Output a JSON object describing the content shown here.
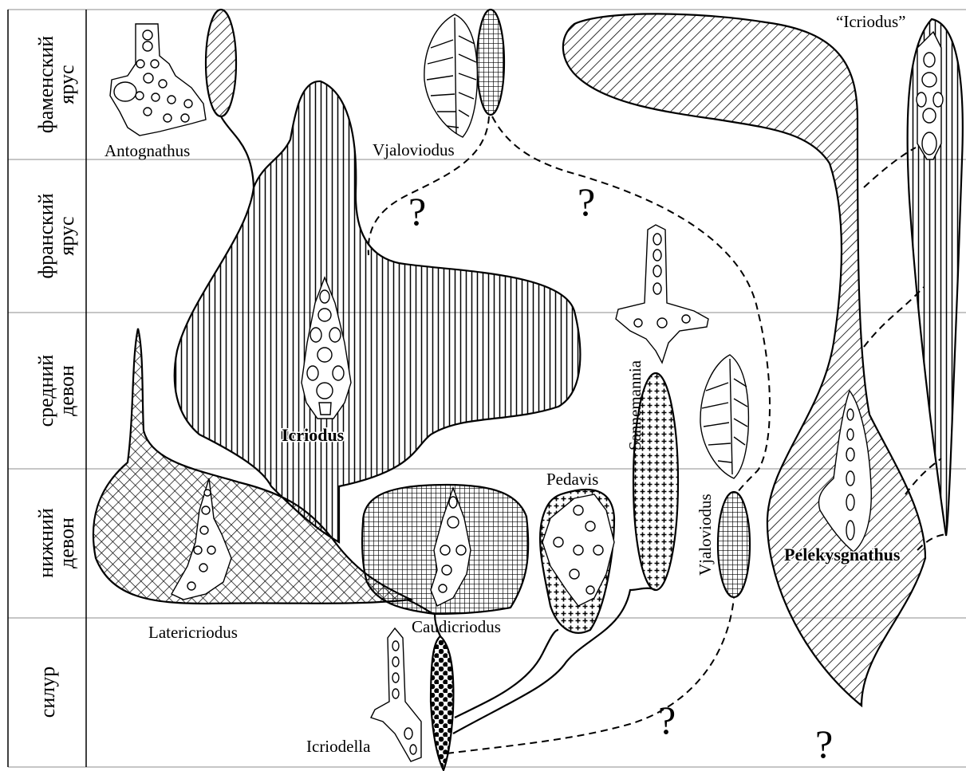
{
  "stages": [
    {
      "line1": "фаменский",
      "line2": "ярус"
    },
    {
      "line1": "франский",
      "line2": "ярус"
    },
    {
      "line1": "средний",
      "line2": "девон"
    },
    {
      "line1": "нижний",
      "line2": "девон"
    },
    {
      "line1": "силур",
      "line2": ""
    }
  ],
  "taxa": {
    "antognathus": "Antognathus",
    "vjaloviodus_top": "Vjaloviodus",
    "icriodus_quoted": "“Icriodus”",
    "icriodus": "Icriodus",
    "sannemannia": "Sannemannia",
    "pedavis": "Pedavis",
    "vjaloviodus_vertical": "Vjaloviodus",
    "pelekysgnathus": "Pelekysgnathus",
    "latericriodus": "Latericriodus",
    "caudicriodus": "Caudicriodus",
    "icriodella": "Icriodella"
  },
  "question_mark": "?"
}
